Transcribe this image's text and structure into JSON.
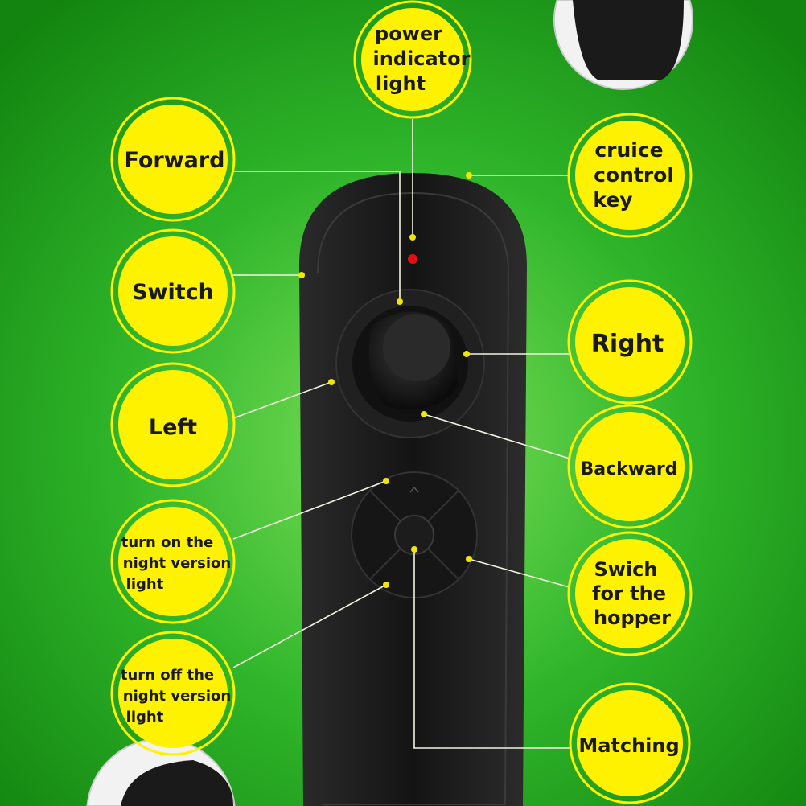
{
  "labels": {
    "power": [
      "power",
      "indicator",
      "light"
    ],
    "forward": [
      "Forward"
    ],
    "switch": [
      "Switch"
    ],
    "left": [
      "Left"
    ],
    "night_on": [
      "turn on the",
      "night version",
      "light"
    ],
    "night_off": [
      "turn off the",
      "night version",
      "light"
    ],
    "cruise": [
      "cruice",
      "control",
      "key"
    ],
    "right": [
      "Right"
    ],
    "backward": [
      "Backward"
    ],
    "hopper": [
      "Swich",
      "for the",
      "hopper"
    ],
    "matching": [
      "Matching"
    ]
  },
  "colors": {
    "background": "#1f9a1a",
    "badge": "#fff200",
    "remote": "#1c1c1c",
    "indicator": "#e01010"
  }
}
